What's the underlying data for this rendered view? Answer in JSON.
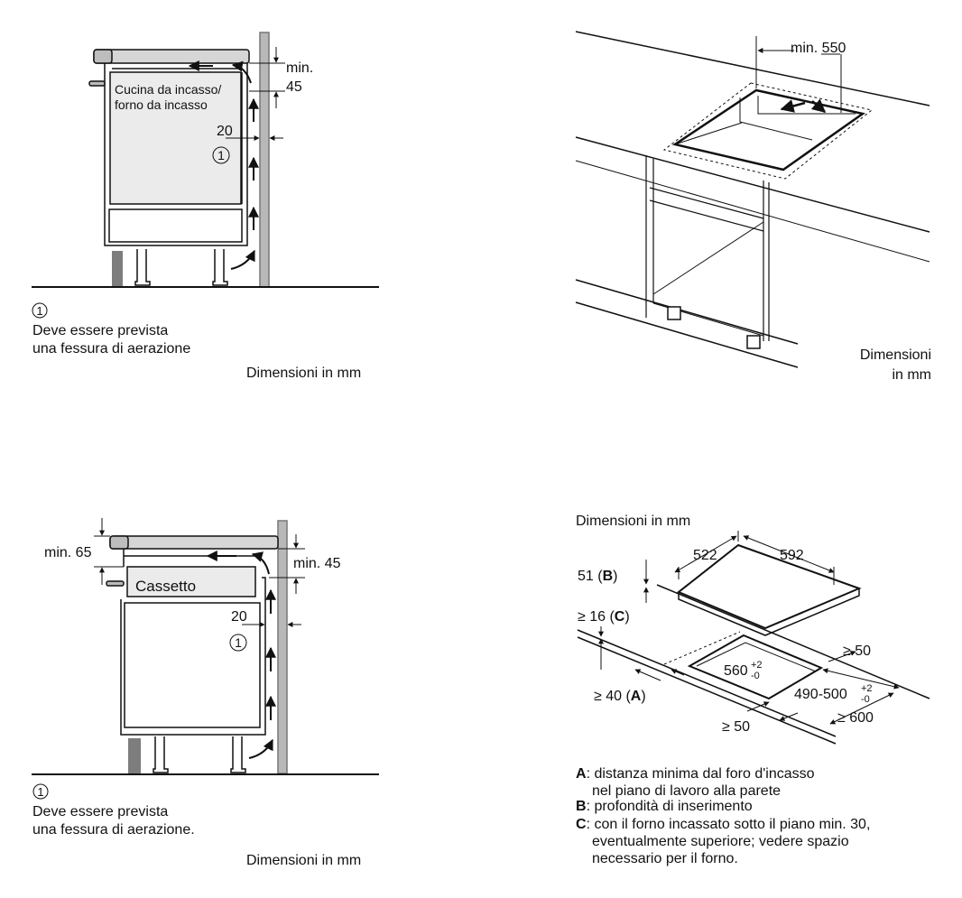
{
  "fig1": {
    "appliance_label_line1": "Cucina da incasso/",
    "appliance_label_line2": "forno da incasso",
    "dim_min": "min.",
    "dim_45": "45",
    "dim_20": "20",
    "marker": "1",
    "note_line1": "Deve essere prevista",
    "note_line2": "una fessura di aerazione",
    "units": "Dimensioni in mm"
  },
  "fig2": {
    "dim_min550": "min. 550",
    "units_line1": "Dimensioni",
    "units_line2": "in mm"
  },
  "fig3": {
    "dim_min65": "min. 65",
    "drawer_label": "Cassetto",
    "dim_min45": "min. 45",
    "dim_20": "20",
    "marker": "1",
    "note_line1": "Deve essere prevista",
    "note_line2": "una fessura di aerazione.",
    "units": "Dimensioni in mm"
  },
  "fig4": {
    "units": "Dimensioni in mm",
    "dim_522": "522",
    "dim_592": "592",
    "dim_51": "51 (",
    "dim_51_letter": "B",
    "dim_16": "≥ 16 (",
    "dim_16_letter": "C",
    "dim_ge50_right": "≥ 50",
    "dim_560": "560",
    "tol_560_up": "+2",
    "tol_560_dn": "-0",
    "dim_40": "≥ 40 (",
    "dim_40_letter": "A",
    "dim_490": "490-500",
    "tol_490_up": "+2",
    "tol_490_dn": "-0",
    "dim_600": "≥ 600",
    "dim_ge50_bottom": "≥ 50",
    "close_paren": ")",
    "legend": [
      {
        "key": "A",
        "sep": ": ",
        "line1": "distanza minima dal foro d'incasso",
        "line2": "nel piano di lavoro alla parete",
        "line3": ""
      },
      {
        "key": "B",
        "sep": ": ",
        "line1": "profondità di inserimento",
        "line2": "",
        "line3": ""
      },
      {
        "key": "C",
        "sep": ": ",
        "line1": "con il forno incassato sotto il piano min. 30,",
        "line2": "eventualmente superiore; vedere spazio",
        "line3": "necessario per il forno."
      }
    ]
  }
}
